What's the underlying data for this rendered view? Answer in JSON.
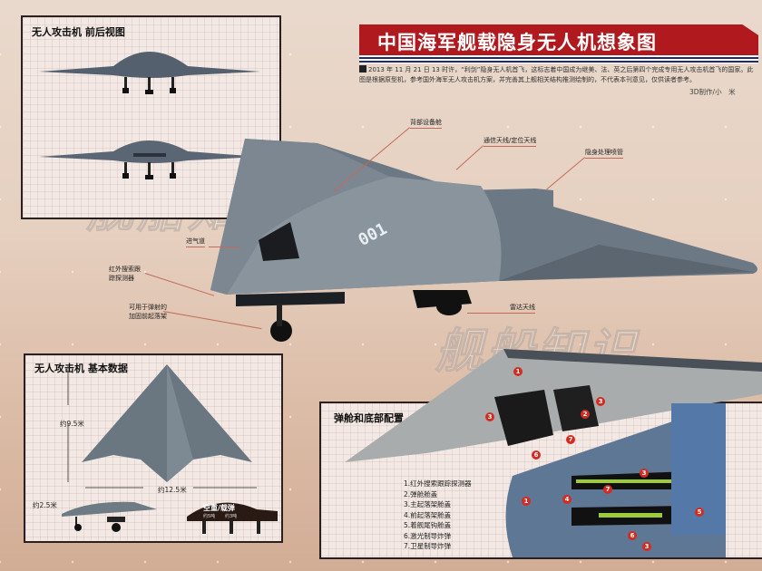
{
  "header": {
    "title": "中国海军舰载隐身无人机想象图",
    "intro": "2013 年 11 月 21 日 13 时许，“利剑”隐身无人机首飞，这标志着中国成为继美、法、英之后第四个完成专用无人攻击机首飞的国家。此图是根据原型机，参考国外海军无人攻击机方案，并完善其上舰相关结构推测绘制的，不代表本刊意见，仅供读者参考。",
    "credit": "3D制作/小　米"
  },
  "watermark": "舰船知识",
  "panels": {
    "front_rear": {
      "title": "无人攻击机  前后视图"
    },
    "basic_data": {
      "title": "无人攻击机  基本数据",
      "length": "约9.5米",
      "span": "约12.5米",
      "height": "约2.5米",
      "silhouette_title": "空重/载弹",
      "silhouette_sub_left": "约5吨",
      "silhouette_sub_right": "约3吨"
    },
    "bay": {
      "title": "弹舱和底部配置",
      "legend": [
        "1.红外搜索跟踪探测器",
        "2.弹舱舱盖",
        "3.主起落架舱盖",
        "4.前起落架舱盖",
        "5.着舰尾钩舱盖",
        "6.激光制导炸弹",
        "7.卫星制导炸弹"
      ],
      "markers": [
        "1",
        "2",
        "3",
        "4",
        "5",
        "6",
        "7"
      ]
    }
  },
  "callouts": {
    "dorsal_bay": "背部设备舱",
    "comm_antenna": "通信天线/定位天线",
    "stealth_nozzle": "隐身处理喷管",
    "intake": "进气道",
    "irst_line1": "红外搜索跟",
    "irst_line2": "踪探测器",
    "gear_line1": "可用于弹射的",
    "gear_line2": "加固前起落架",
    "radar_antenna": "雷达天线"
  },
  "aircraft": {
    "serial": "001"
  },
  "colors": {
    "title_red": "#b01a1f",
    "stripe_navy": "#1f2c6b",
    "airframe_grey": "#6c7883",
    "marker_red": "#d62a20"
  }
}
